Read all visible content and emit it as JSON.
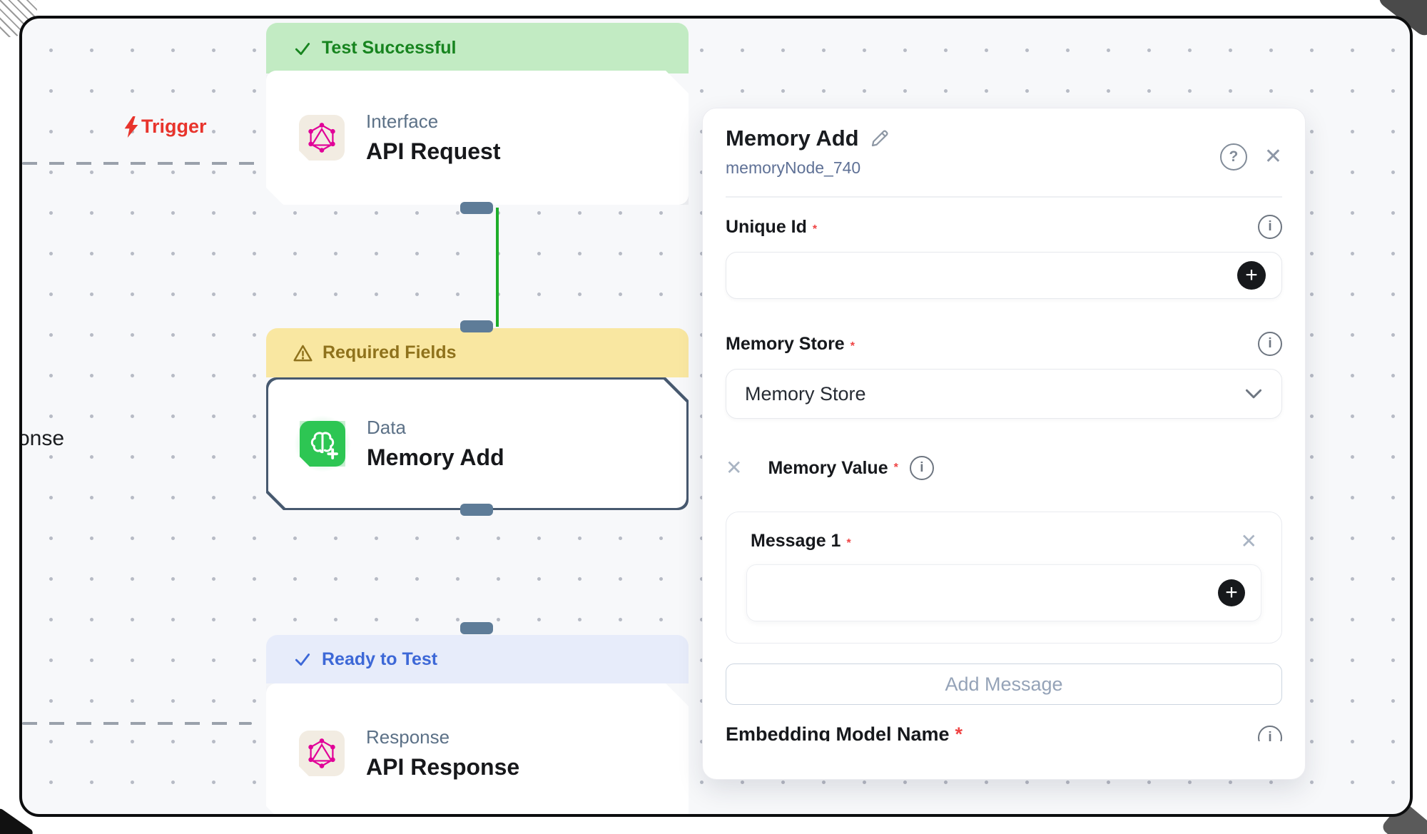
{
  "canvas": {
    "trigger_label": "Trigger",
    "clipped_text": "onse",
    "nodes": [
      {
        "status_label": "Test Successful",
        "category": "Interface",
        "title": "API Request"
      },
      {
        "status_label": "Required Fields",
        "category": "Data",
        "title": "Memory Add"
      },
      {
        "status_label": "Ready to Test",
        "category": "Response",
        "title": "API Response"
      }
    ]
  },
  "panel": {
    "title": "Memory Add",
    "node_id": "memoryNode_740",
    "required_marker": "*",
    "unique_id": {
      "label": "Unique Id"
    },
    "memory_store": {
      "label": "Memory Store",
      "selected_value": "Memory Store"
    },
    "memory_value": {
      "label": "Memory Value"
    },
    "message": {
      "label": "Message 1"
    },
    "add_message_button": "Add Message",
    "embedding_model": {
      "label": "Embedding Model Name"
    },
    "icons": {
      "help": "?",
      "close": "✕",
      "remove": "✕",
      "info": "i",
      "plus": "+"
    }
  },
  "colors": {
    "canvas_bg": "#f7f8fa",
    "frame_border": "#0c0d0e",
    "success_banner_bg": "#c2ebc3",
    "success_text": "#17841f",
    "warning_banner_bg": "#f9e7a1",
    "warning_text": "#8f721c",
    "ready_banner_bg": "#e7ecfa",
    "ready_text": "#3d68d7",
    "trigger_red": "#e8342c",
    "connector_green": "#1fae2a",
    "handle_slate": "#5e7c98",
    "selected_border": "#47596f",
    "graphql_pink": "#e10098",
    "memory_icon_green": "#2dc653",
    "required_red": "#ef4444",
    "subtitle_blue": "#5f7196"
  }
}
